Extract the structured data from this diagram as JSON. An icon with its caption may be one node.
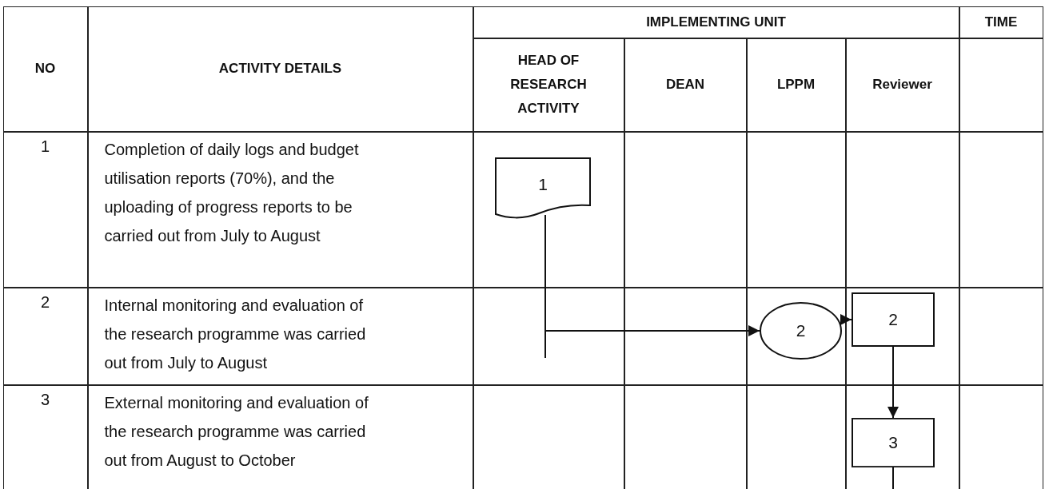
{
  "diagram": {
    "nodes": [
      {
        "text": [
          "1"
        ]
      },
      {
        "text": [
          "2"
        ]
      },
      {
        "text": [
          "2"
        ]
      },
      {
        "text": [
          "3"
        ]
      }
    ],
    "edges": [
      {
        "from": 0,
        "to": 1,
        "arrow": "to"
      },
      {
        "from": 1,
        "to": 2,
        "arrow": "to"
      },
      {
        "from": 2,
        "to": 3,
        "arrow": "to"
      },
      {
        "from": 3,
        "to": null,
        "arrow": "none"
      }
    ],
    "labels": [
      "NO",
      "ACTIVITY DETAILS",
      "IMPLEMENTING UNIT",
      "TIME",
      "HEAD OF RESEARCH ACTIVITY",
      "DEAN",
      "LPPM",
      "Reviewer",
      "1",
      "Completion of daily logs and budget utilisation reports (70%), and the uploading of progress reports  to be carried out from July to August",
      "2",
      "Internal monitoring and evaluation of the research programme was carried out from July to August",
      "3",
      "External monitoring and evaluation of the research programme was carried out from August to October"
    ]
  }
}
